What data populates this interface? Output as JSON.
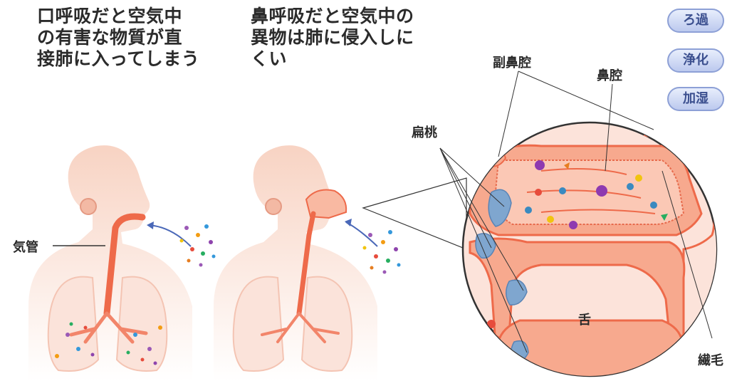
{
  "headings": {
    "mouth_breathing": [
      "口呼吸だと空気中",
      "の有害な物質が直",
      "接肺に入ってしまう"
    ],
    "nose_breathing": [
      "鼻呼吸だと空気中の",
      "異物は肺に侵入しに",
      "くい"
    ]
  },
  "badges": [
    "ろ過",
    "浄化",
    "加湿"
  ],
  "labels": {
    "trachea": "気管",
    "paranasal_sinus": "副鼻腔",
    "nasal_cavity": "鼻腔",
    "tonsils": "扁桃",
    "tongue": "舌",
    "cilia": "繊毛"
  },
  "colors": {
    "skin": "#f9d6c8",
    "airway": "#ee6a4a",
    "tissue": "#f7a98e",
    "tonsil": "#7fa6cf",
    "badge_text": "#3b4f8f"
  }
}
